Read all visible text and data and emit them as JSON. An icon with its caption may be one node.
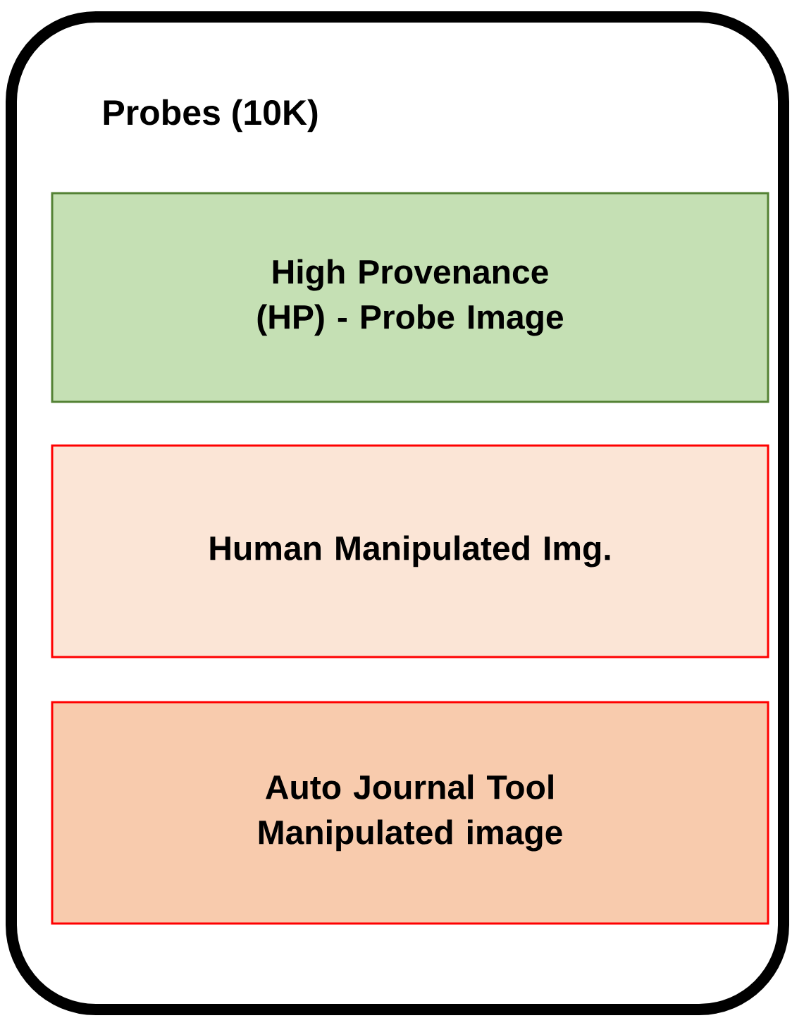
{
  "diagram": {
    "nodes": [
      {
        "text": [
          "Probes (10K)"
        ]
      },
      {
        "text": [
          "High Provenance (HP) - Probe Image"
        ],
        "in": 0
      },
      {
        "text": [
          "Human Manipulated Img."
        ],
        "in": 0
      },
      {
        "text": [
          "Auto Journal Tool Manipulated image"
        ],
        "in": 0
      }
    ]
  }
}
